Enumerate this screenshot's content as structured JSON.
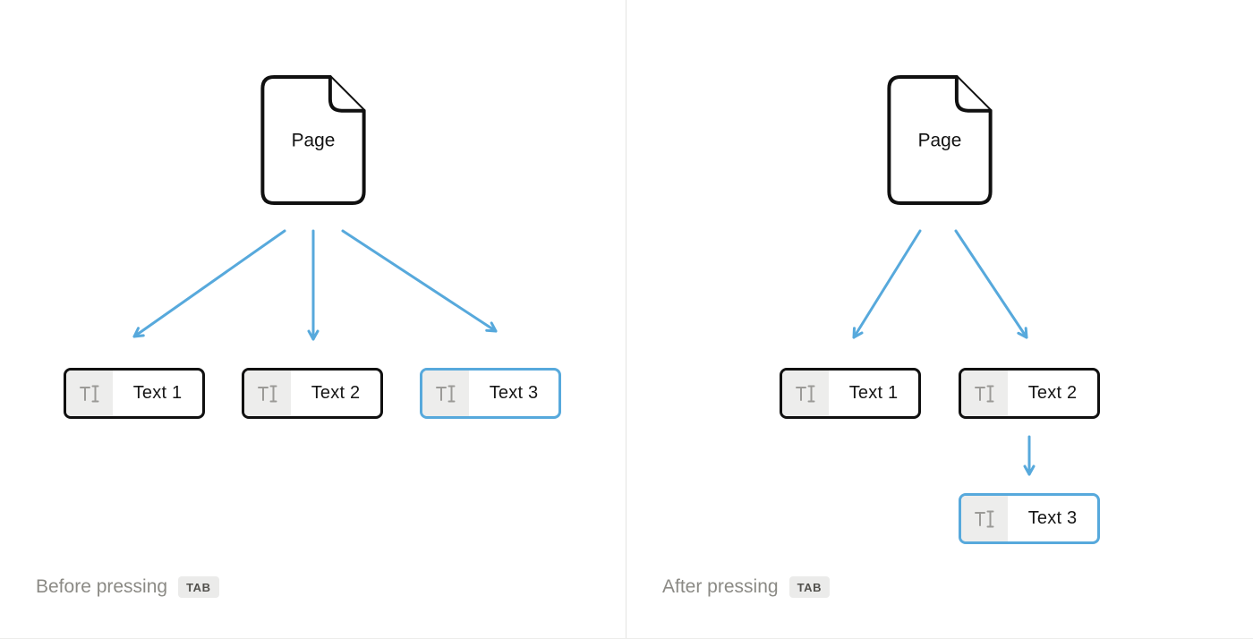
{
  "colors": {
    "accent_blue": "#57a9dc",
    "block_border": "#101010",
    "icon_cell_bg": "#ededec",
    "icon_glyph": "#9b9a97",
    "caption_text": "#8b8a85",
    "key_badge_bg": "#ebebea",
    "key_badge_text": "#52514d",
    "divider": "#e4e4e2",
    "background": "#ffffff"
  },
  "panels": [
    {
      "name": "before",
      "page_label": "Page",
      "blocks": [
        {
          "label": "Text 1",
          "selected": false,
          "indented": false
        },
        {
          "label": "Text 2",
          "selected": false,
          "indented": false
        },
        {
          "label": "Text 3",
          "selected": true,
          "indented": false
        }
      ],
      "caption": "Before pressing",
      "key": "TAB"
    },
    {
      "name": "after",
      "page_label": "Page",
      "blocks": [
        {
          "label": "Text 1",
          "selected": false,
          "indented": false
        },
        {
          "label": "Text 2",
          "selected": false,
          "indented": false
        },
        {
          "label": "Text 3",
          "selected": true,
          "indented": true
        }
      ],
      "caption": "After pressing",
      "key": "TAB"
    }
  ]
}
